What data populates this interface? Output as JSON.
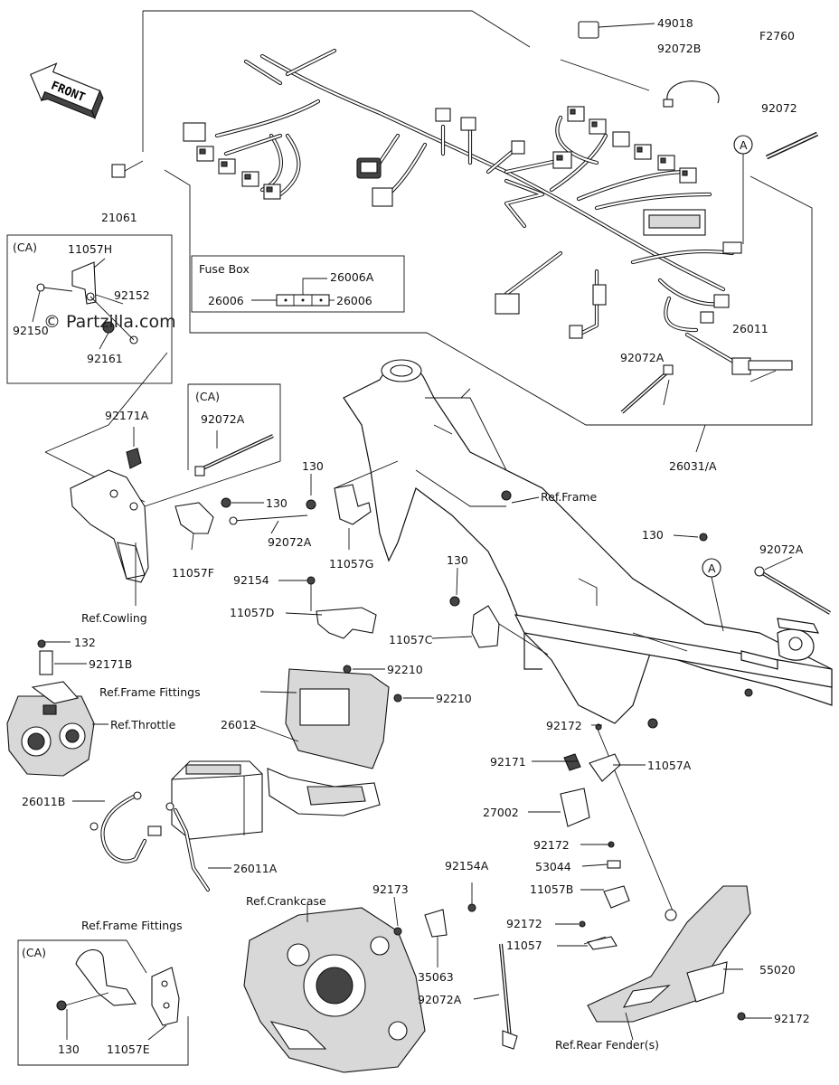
{
  "diagram": {
    "code": "F2760",
    "watermark": "© Partzilla.com",
    "front_label": "FRONT",
    "fuse_box": {
      "title": "Fuse Box",
      "left": "26006",
      "top": "26006A",
      "right": "26006"
    },
    "ca_labels": [
      "(CA)",
      "(CA)",
      "(CA)"
    ],
    "callouts": [
      "49018",
      "92072B",
      "92072",
      "21061",
      "11057H",
      "92152",
      "92150",
      "92161",
      "26011",
      "92072A",
      "26031/A",
      "92171A",
      "92072A",
      "130",
      "130",
      "92072A",
      "11057F",
      "11057G",
      "Ref.Frame",
      "Ref.Cowling",
      "130",
      "92072A",
      "92154",
      "11057D",
      "130",
      "11057C",
      "132",
      "92171B",
      "Ref.Frame Fittings",
      "92210",
      "92210",
      "Ref.Throttle",
      "26012",
      "92172",
      "92171",
      "11057A",
      "26011B",
      "27002",
      "26011A",
      "92172",
      "53044",
      "11057B",
      "92154A",
      "92173",
      "Ref.Crankcase",
      "Ref.Frame Fittings",
      "92172",
      "11057",
      "35063",
      "92072A",
      "55020",
      "130",
      "11057E",
      "Ref.Rear Fender(s)",
      "92172"
    ],
    "markers": [
      "A",
      "A"
    ]
  }
}
